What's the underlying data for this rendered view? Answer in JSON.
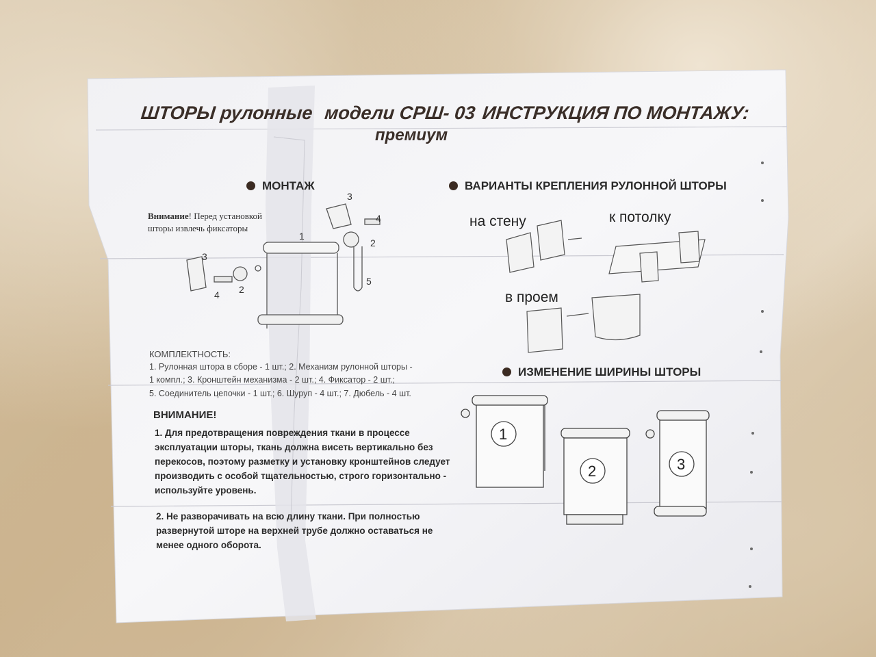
{
  "title": {
    "main_left": "ШТОРЫ рулонные",
    "main_mid": "модели СРШ- 03",
    "sub": "премиум",
    "right": "ИНСТРУКЦИЯ ПО МОНТАЖУ:"
  },
  "mounting": {
    "heading": "МОНТАЖ",
    "attention_bold": "Внимание",
    "attention_rest_1": "! Перед установкой",
    "attention_rest_2": "шторы извлечь фиксаторы",
    "part_labels": [
      "1",
      "2",
      "3",
      "4",
      "5",
      "2",
      "3",
      "4"
    ]
  },
  "variants": {
    "heading": "ВАРИАНТЫ КРЕПЛЕНИЯ РУЛОННОЙ ШТОРЫ",
    "wall": "на стену",
    "ceiling": "к потолку",
    "opening": "в проем"
  },
  "kit": {
    "heading": "КОМПЛЕКТНОСТЬ:",
    "lines": [
      "1. Рулонная штора в сборе - 1 шт.; 2. Механизм рулонной шторы -",
      "1 компл.; 3.  Кронштейн механизма - 2 шт.; 4. Фиксатор - 2 шт.;",
      "5. Соединитель цепочки - 1 шт.; 6. Шуруп - 4 шт.; 7. Дюбель - 4 шт."
    ]
  },
  "width_change": {
    "heading": "ИЗМЕНЕНИЕ ШИРИНЫ ШТОРЫ",
    "steps": [
      "1",
      "2",
      "3"
    ]
  },
  "warning": {
    "heading": "ВНИМАНИЕ!",
    "p1": [
      "1. Для предотвращения повреждения ткани в процессе",
      "эксплуатации шторы, ткань должна висеть вертикально без",
      "перекосов, поэтому разметку и установку кронштейнов следует",
      "производить с особой тщательностью, строго горизонтально -",
      "используйте уровень."
    ],
    "p2": [
      "2. Не разворачивать  на  всю длину ткани. При полностью",
      "развернутой шторе на верхней трубе должно оставаться не",
      "менее одного оборота."
    ]
  },
  "colors": {
    "paper": "#f4f4f6",
    "ink": "#2a2a2a",
    "bullet": "#3b2b22",
    "countertop": "#d2bd9c"
  }
}
